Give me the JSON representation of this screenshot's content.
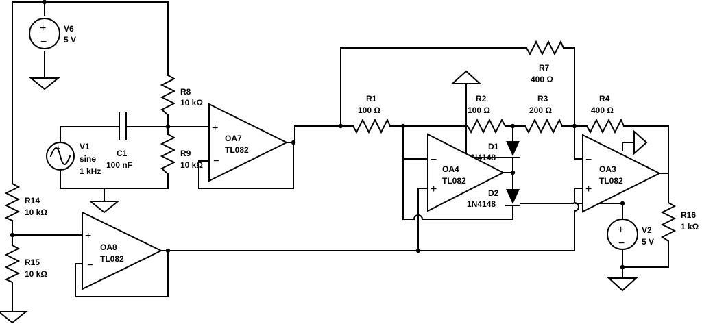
{
  "components": {
    "V6": {
      "name": "V6",
      "value": "5 V"
    },
    "V1": {
      "name": "V1",
      "line2": "sine",
      "line3": "1 kHz"
    },
    "C1": {
      "name": "C1",
      "value": "100 nF"
    },
    "R8": {
      "name": "R8",
      "value": "10 kΩ"
    },
    "R9": {
      "name": "R9",
      "value": "10 kΩ"
    },
    "OA7": {
      "name": "OA7",
      "part": "TL082"
    },
    "R14": {
      "name": "R14",
      "value": "10 kΩ"
    },
    "R15": {
      "name": "R15",
      "value": "10 kΩ"
    },
    "OA8": {
      "name": "OA8",
      "part": "TL082"
    },
    "R7": {
      "name": "R7",
      "value": "400 Ω"
    },
    "R1": {
      "name": "R1",
      "value": "100 Ω"
    },
    "R2": {
      "name": "R2",
      "value": "100 Ω"
    },
    "R3": {
      "name": "R3",
      "value": "200 Ω"
    },
    "R4": {
      "name": "R4",
      "value": "400 Ω"
    },
    "D1": {
      "name": "D1",
      "part": "1N4148"
    },
    "D2": {
      "name": "D2",
      "part": "1N4148"
    },
    "OA4": {
      "name": "OA4",
      "part": "TL082"
    },
    "OA3": {
      "name": "OA3",
      "part": "TL082"
    },
    "V2": {
      "name": "V2",
      "value": "5 V"
    },
    "R16": {
      "name": "R16",
      "value": "1 kΩ"
    }
  },
  "symbols": {
    "plus": "+",
    "minus": "−"
  }
}
